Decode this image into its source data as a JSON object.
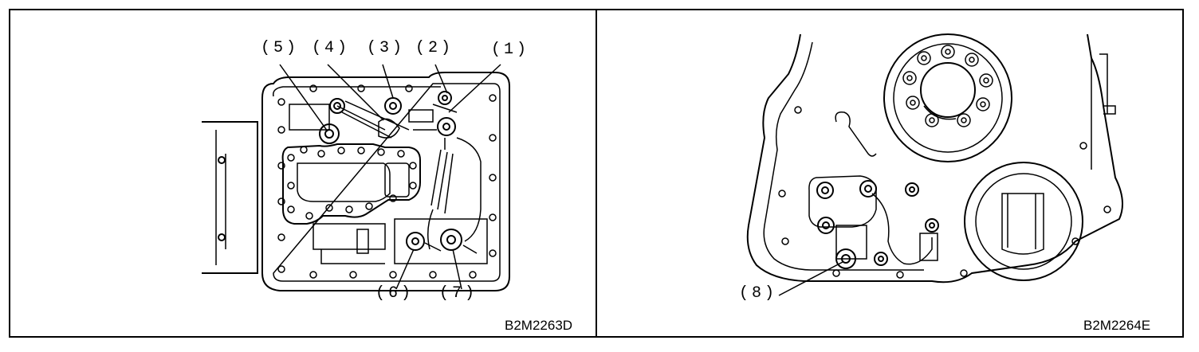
{
  "left_figure": {
    "code": "B2M2263D",
    "callouts": [
      "(1)",
      "(2)",
      "(3)",
      "(4)",
      "(5)",
      "(6)",
      "(7)"
    ]
  },
  "right_figure": {
    "code": "B2M2264E",
    "callouts": [
      "(8)"
    ]
  }
}
